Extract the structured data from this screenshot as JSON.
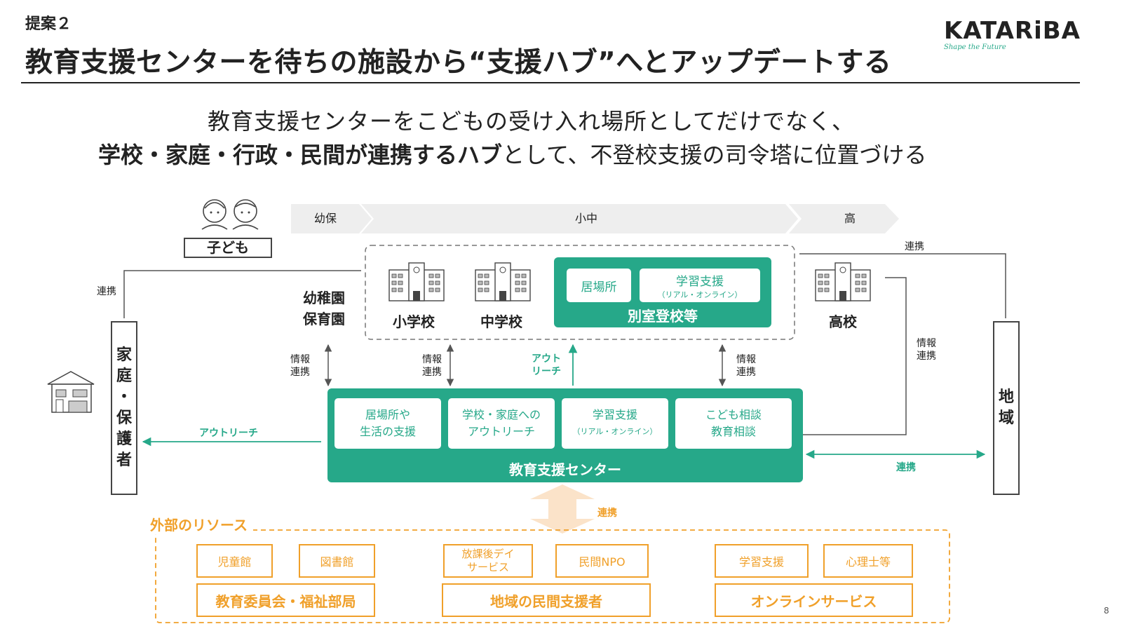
{
  "header": {
    "proposal_label": "提案２",
    "title": "教育支援センターを待ちの施設から“支援ハブ”へとアップデートする",
    "logo_text": "KATARiBA",
    "logo_tagline": "Shape the Future"
  },
  "subtitle": {
    "line1": "教育支援センターをこどもの受け入れ場所としてだけでなく、",
    "line2_bold": "学校・家庭・行政・民間が連携するハブ",
    "line2_rest": "として、不登校支援の司令塔に位置づける"
  },
  "timeline": {
    "stages": [
      "幼保",
      "小中",
      "高"
    ]
  },
  "child": {
    "label": "子ども"
  },
  "schools": {
    "kindergarten_line1": "幼稚園",
    "kindergarten_line2": "保育園",
    "elementary": "小学校",
    "junior_high": "中学校",
    "high": "高校",
    "separate_room": {
      "title": "別室登校等",
      "card1": "居場所",
      "card2_line1": "学習支援",
      "card2_line2": "（リアル・オンライン）"
    }
  },
  "center": {
    "title": "教育支援センター",
    "cards": [
      {
        "line1": "居場所や",
        "line2": "生活の支援"
      },
      {
        "line1": "学校・家庭への",
        "line2": "アウトリーチ"
      },
      {
        "line1": "学習支援",
        "line2": "（リアル・オンライン）"
      },
      {
        "line1": "こども相談",
        "line2": "教育相談"
      }
    ]
  },
  "family": {
    "chars": [
      "家",
      "庭",
      "・",
      "保",
      "護",
      "者"
    ]
  },
  "region": {
    "chars": [
      "地",
      "域"
    ]
  },
  "labels": {
    "renkei": "連携",
    "joho": "情報",
    "renkei2": "連携",
    "outreach": "アウトリーチ",
    "outreach_line1": "アウト",
    "outreach_line2": "リーチ"
  },
  "external": {
    "title": "外部のリソース",
    "groups": [
      {
        "items": [
          "児童館",
          "図書館"
        ],
        "main": "教育委員会・福祉部局"
      },
      {
        "items": [
          "放課後デイ\nサービス",
          "民間NPO"
        ],
        "main": "地域の民間支援者"
      },
      {
        "items": [
          "学習支援",
          "心理士等"
        ],
        "main": "オンラインサービス"
      }
    ]
  },
  "page_number": "8",
  "colors": {
    "teal": "#26a889",
    "orange": "#f0a02a",
    "gray_band": "#eeeeee"
  }
}
